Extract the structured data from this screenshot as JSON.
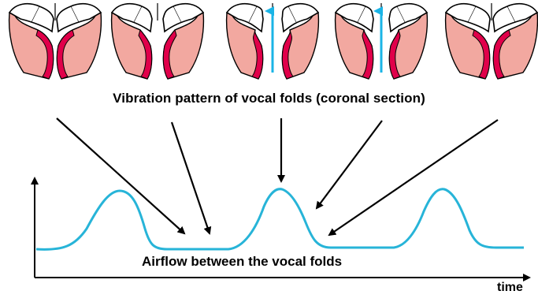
{
  "labels": {
    "vibration_caption": "Vibration pattern of vocal folds (coronal section)",
    "airflow_caption": "Airflow between the vocal folds",
    "time_axis": "time"
  },
  "colors": {
    "background": "#ffffff",
    "tissue_fill": "#f2a8a0",
    "mucosa_fill": "#e0004a",
    "outline": "#000000",
    "airflow_arrow": "#1ab4e6",
    "waveform": "#27b4d8",
    "pointer_arrow": "#000000"
  },
  "frames": [
    {
      "phase": "closed",
      "airflow": false
    },
    {
      "phase": "opening",
      "airflow": false
    },
    {
      "phase": "open",
      "airflow": true
    },
    {
      "phase": "closing",
      "airflow": true
    },
    {
      "phase": "closed",
      "airflow": false
    }
  ]
}
